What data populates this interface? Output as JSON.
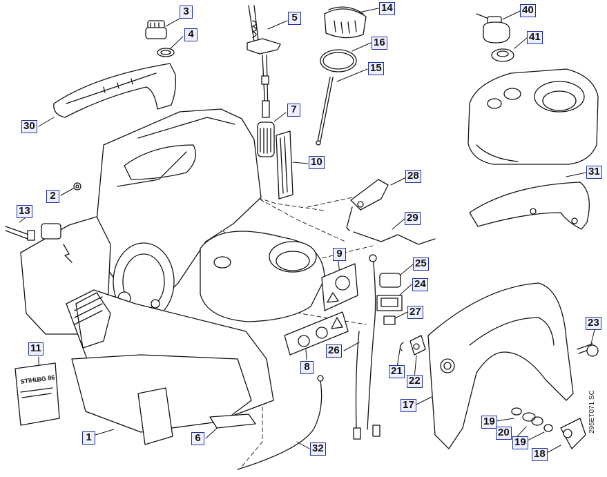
{
  "diagram": {
    "doc_code": "295ET071 SC",
    "decal_text": {
      "brand": "STIHL",
      "model": "BG 86"
    }
  },
  "callouts": [
    {
      "id": "c1",
      "label": "1"
    },
    {
      "id": "c2",
      "label": "2"
    },
    {
      "id": "c3",
      "label": "3"
    },
    {
      "id": "c4",
      "label": "4"
    },
    {
      "id": "c5",
      "label": "5"
    },
    {
      "id": "c6",
      "label": "6"
    },
    {
      "id": "c7",
      "label": "7"
    },
    {
      "id": "c8",
      "label": "8"
    },
    {
      "id": "c9",
      "label": "9"
    },
    {
      "id": "c10",
      "label": "10"
    },
    {
      "id": "c11",
      "label": "11"
    },
    {
      "id": "c13",
      "label": "13"
    },
    {
      "id": "c14",
      "label": "14"
    },
    {
      "id": "c15",
      "label": "15"
    },
    {
      "id": "c16",
      "label": "16"
    },
    {
      "id": "c17",
      "label": "17"
    },
    {
      "id": "c18",
      "label": "18"
    },
    {
      "id": "c19a",
      "label": "19"
    },
    {
      "id": "c19b",
      "label": "19"
    },
    {
      "id": "c20",
      "label": "20"
    },
    {
      "id": "c21",
      "label": "21"
    },
    {
      "id": "c22",
      "label": "22"
    },
    {
      "id": "c23",
      "label": "23"
    },
    {
      "id": "c24",
      "label": "24"
    },
    {
      "id": "c25",
      "label": "25"
    },
    {
      "id": "c26",
      "label": "26"
    },
    {
      "id": "c27",
      "label": "27"
    },
    {
      "id": "c28",
      "label": "28"
    },
    {
      "id": "c29",
      "label": "29"
    },
    {
      "id": "c30",
      "label": "30"
    },
    {
      "id": "c31",
      "label": "31"
    },
    {
      "id": "c32",
      "label": "32"
    },
    {
      "id": "c40",
      "label": "40"
    },
    {
      "id": "c41",
      "label": "41"
    }
  ]
}
